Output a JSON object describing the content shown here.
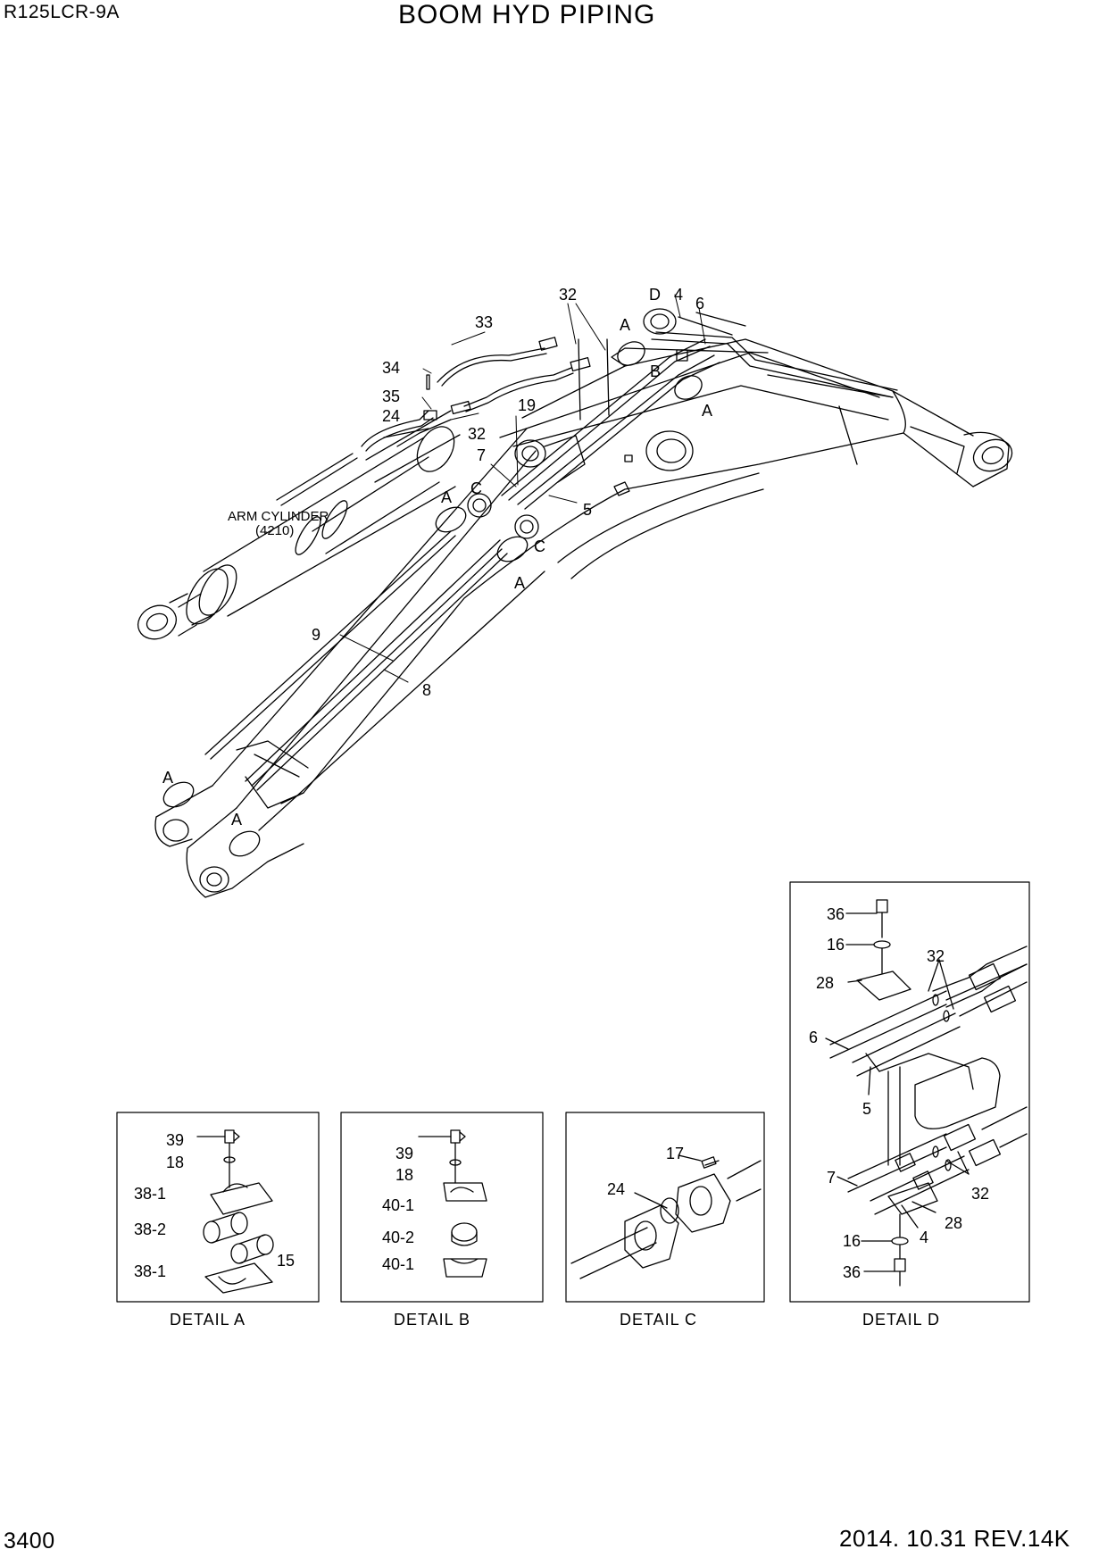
{
  "header": {
    "model": "R125LCR-9A",
    "title": "BOOM HYD PIPING"
  },
  "footer": {
    "page_number": "3400",
    "revision": "2014. 10.31  REV.14K"
  },
  "main_view": {
    "arm_cylinder_label": "ARM CYLINDER",
    "arm_cylinder_ref": "(4210)",
    "callouts": [
      "32",
      "D",
      "4",
      "6",
      "33",
      "A",
      "34",
      "B",
      "35",
      "19",
      "A",
      "24",
      "32",
      "7",
      "A",
      "C",
      "5",
      "C",
      "A",
      "9",
      "8",
      "A",
      "A"
    ]
  },
  "details": [
    {
      "caption": "DETAIL  A",
      "callouts": [
        "39",
        "18",
        "38-1",
        "38-2",
        "15",
        "38-1"
      ]
    },
    {
      "caption": "DETAIL  B",
      "callouts": [
        "39",
        "18",
        "40-1",
        "40-2",
        "40-1"
      ]
    },
    {
      "caption": "DETAIL  C",
      "callouts": [
        "17",
        "24"
      ]
    },
    {
      "caption": "DETAIL  D",
      "callouts": [
        "36",
        "16",
        "32",
        "28",
        "6",
        "5",
        "7",
        "32",
        "28",
        "4",
        "16",
        "36"
      ]
    }
  ]
}
